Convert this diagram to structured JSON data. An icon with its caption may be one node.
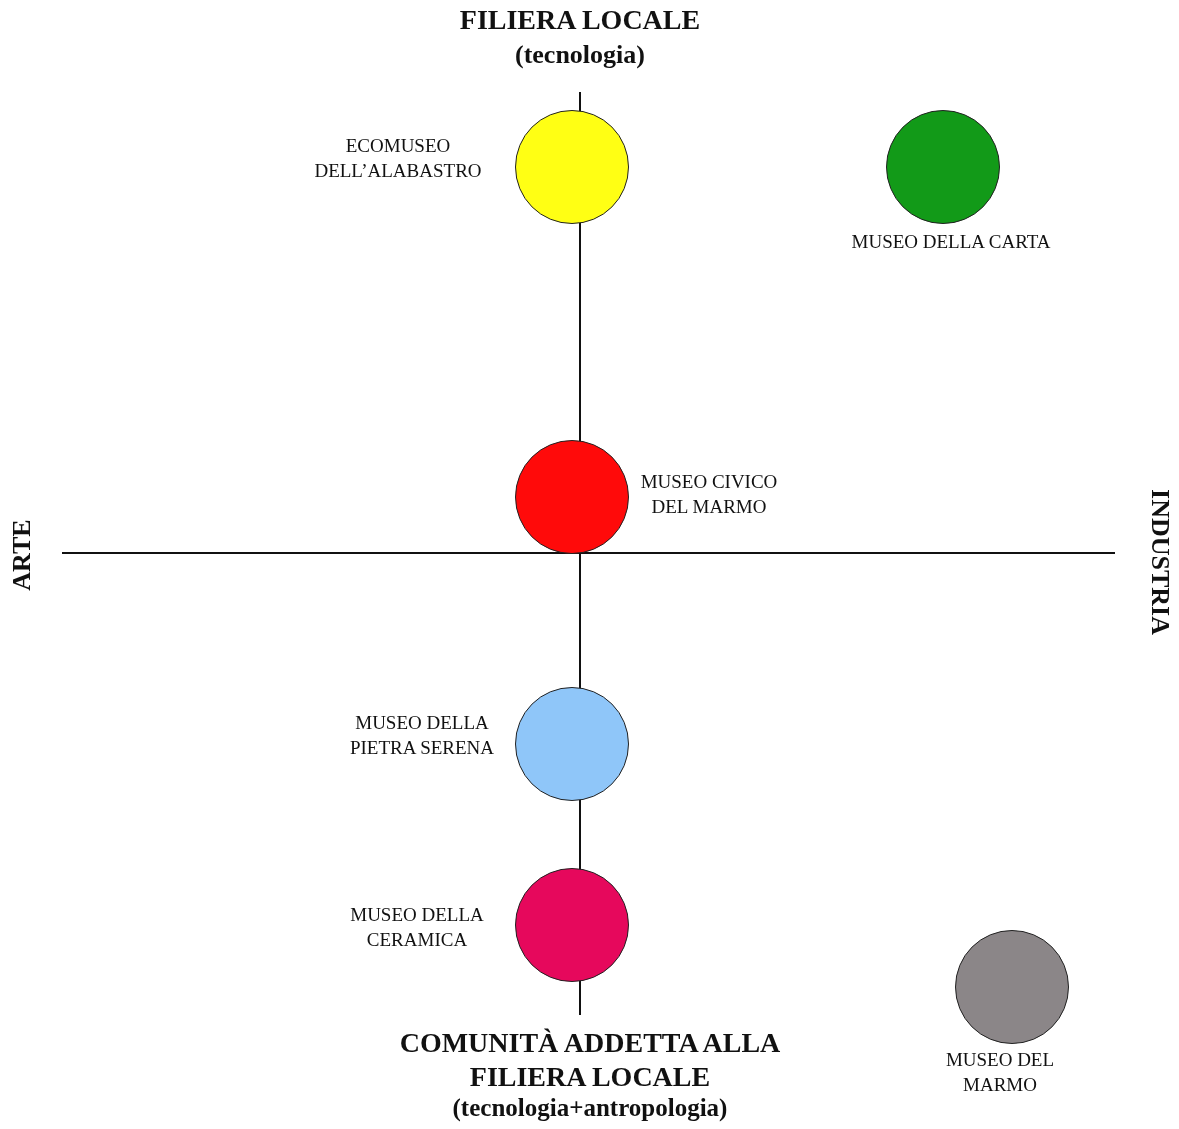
{
  "diagram": {
    "nodes": [
      {
        "text": [],
        "shape": "circle",
        "beside": [
          "ECOMUSEO DELL’ALABASTRO"
        ]
      },
      {
        "text": [],
        "shape": "circle",
        "beside": [
          "MUSEO DELLA CARTA"
        ]
      },
      {
        "text": [],
        "shape": "circle",
        "beside": [
          "MUSEO CIVICO DEL MARMO"
        ]
      },
      {
        "text": [],
        "shape": "circle",
        "beside": [
          "MUSEO DELLA PIETRA SERENA"
        ]
      },
      {
        "text": [],
        "shape": "circle",
        "beside": [
          "MUSEO DELLA CERAMICA"
        ]
      },
      {
        "text": [],
        "shape": "circle",
        "beside": [
          "MUSEO DEL MARMO"
        ]
      }
    ],
    "edges": [],
    "labels": [
      "FILIERA LOCALE",
      "(tecnologia)",
      "ARTE",
      "INDUSTRIA",
      "COMUNITÀ ADDETTA ALLA FILIERA LOCALE",
      "(tecnologia+antropologia)"
    ]
  }
}
